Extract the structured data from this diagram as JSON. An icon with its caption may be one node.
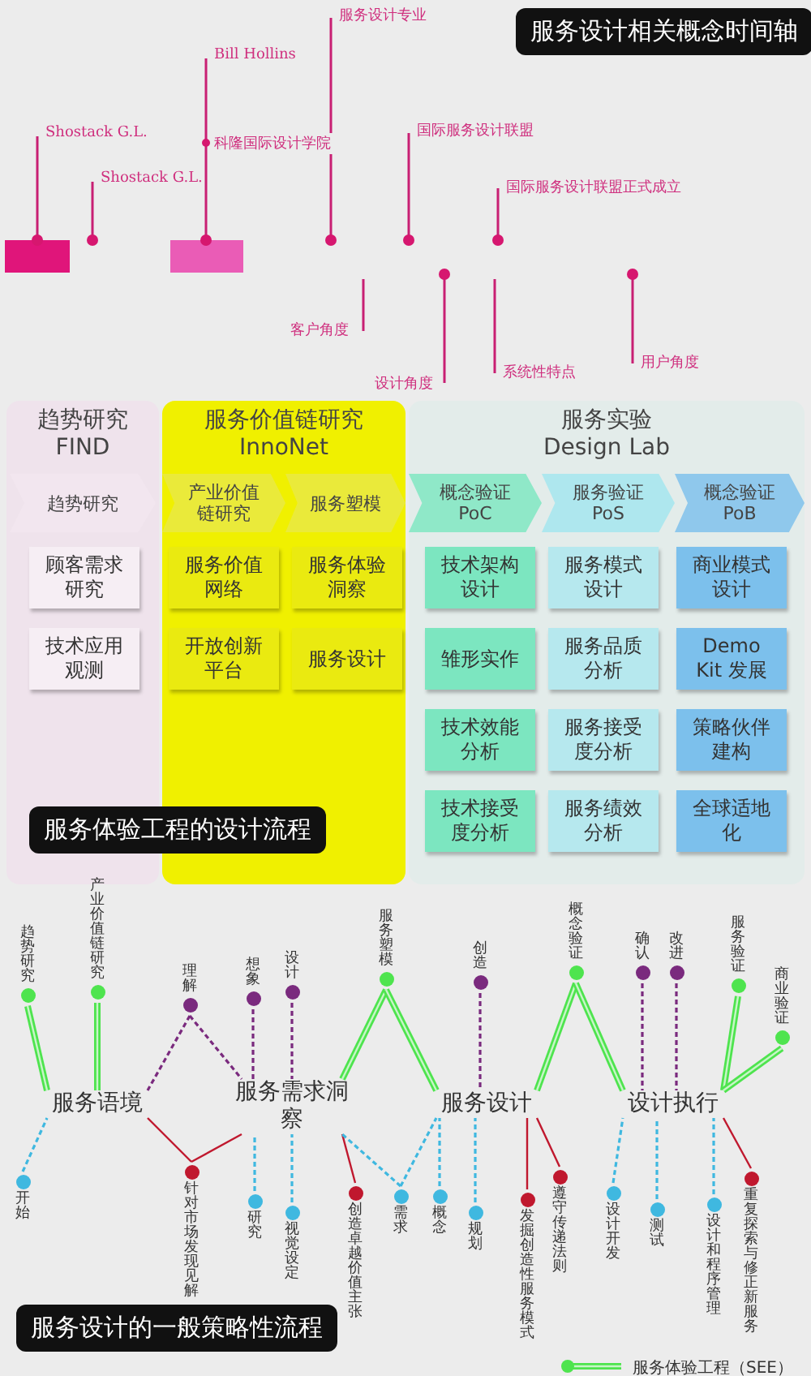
{
  "diagram": {
    "nodes": [
      {
        "text": [
          "趋势研究",
          "FIND"
        ]
      },
      {
        "text": [
          "趋势研究"
        ],
        "in": 0
      },
      {
        "text": [
          "顾客需求研究"
        ],
        "in": 0
      },
      {
        "text": [
          "技术应用观测"
        ],
        "in": 0
      },
      {
        "text": [
          "服务价值链研究",
          "InnoNet"
        ]
      },
      {
        "text": [
          "产业价值链研究"
        ],
        "in": 4
      },
      {
        "text": [
          "服务塑模"
        ],
        "in": 4
      },
      {
        "text": [
          "服务价值网络"
        ],
        "in": 4
      },
      {
        "text": [
          "服务体验洞察"
        ],
        "in": 4
      },
      {
        "text": [
          "开放创新平台"
        ],
        "in": 4
      },
      {
        "text": [
          "服务设计"
        ],
        "in": 4
      },
      {
        "text": [
          "服务实验",
          "Design Lab"
        ]
      },
      {
        "text": [
          "概念验证 PoC"
        ],
        "in": 11
      },
      {
        "text": [
          "服务验证 PoS"
        ],
        "in": 11
      },
      {
        "text": [
          "概念验证 PoB"
        ],
        "in": 11
      },
      {
        "text": [
          "技术架构设计"
        ],
        "in": 11
      },
      {
        "text": [
          "服务模式设计"
        ],
        "in": 11
      },
      {
        "text": [
          "商业模式设计"
        ],
        "in": 11
      },
      {
        "text": [
          "雏形实作"
        ],
        "in": 11
      },
      {
        "text": [
          "服务品质分析"
        ],
        "in": 11
      },
      {
        "text": [
          "Demo Kit 发展"
        ],
        "in": 11
      },
      {
        "text": [
          "技术效能分析"
        ],
        "in": 11
      },
      {
        "text": [
          "服务接受度分析"
        ],
        "in": 11
      },
      {
        "text": [
          "策略伙伴建构"
        ],
        "in": 11
      },
      {
        "text": [
          "技术接受度分析"
        ],
        "in": 11
      },
      {
        "text": [
          "服务绩效分析"
        ],
        "in": 11
      },
      {
        "text": [
          "全球适地化"
        ],
        "in": 11
      },
      {
        "text": [
          "趋势研究"
        ]
      },
      {
        "text": [
          "产业价值链研究"
        ]
      },
      {
        "text": [
          "理解"
        ]
      },
      {
        "text": [
          "想象"
        ]
      },
      {
        "text": [
          "设计"
        ]
      },
      {
        "text": [
          "服务塑模"
        ]
      },
      {
        "text": [
          "创造"
        ]
      },
      {
        "text": [
          "概念验证"
        ]
      },
      {
        "text": [
          "确认"
        ]
      },
      {
        "text": [
          "改进"
        ]
      },
      {
        "text": [
          "服务验证"
        ]
      },
      {
        "text": [
          "商业验证"
        ]
      },
      {
        "text": [
          "服务语境"
        ]
      },
      {
        "text": [
          "服务需求洞察"
        ]
      },
      {
        "text": [
          "服务设计"
        ]
      },
      {
        "text": [
          "设计执行"
        ]
      },
      {
        "text": [
          "开始"
        ]
      },
      {
        "text": [
          "针对市场发现见解"
        ]
      },
      {
        "text": [
          "研究"
        ]
      },
      {
        "text": [
          "视觉设定"
        ]
      },
      {
        "text": [
          "创造卓越价值主张"
        ]
      },
      {
        "text": [
          "需求"
        ]
      },
      {
        "text": [
          "概念"
        ]
      },
      {
        "text": [
          "规划"
        ]
      },
      {
        "text": [
          "发掘创造性服务模式"
        ]
      },
      {
        "text": [
          "遵守传递法则"
        ]
      },
      {
        "text": [
          "设计开发"
        ]
      },
      {
        "text": [
          "测试"
        ]
      },
      {
        "text": [
          "设计和程序管理"
        ]
      },
      {
        "text": [
          "重复探索与修正新服务"
        ]
      }
    ],
    "edges": [
      {
        "from": 27,
        "to": 39,
        "arrow": "none",
        "style": "thick",
        "color": "#4ee44e"
      },
      {
        "from": 28,
        "to": 39,
        "arrow": "none",
        "style": "thick",
        "color": "#4ee44e"
      },
      {
        "from": 29,
        "to": 39,
        "arrow": "none",
        "style": "dashed",
        "color": "#7a2a7e"
      },
      {
        "from": 29,
        "to": 40,
        "arrow": "none",
        "style": "dashed",
        "color": "#7a2a7e"
      },
      {
        "from": 30,
        "to": 40,
        "arrow": "none",
        "style": "dashed",
        "color": "#7a2a7e"
      },
      {
        "from": 31,
        "to": 40,
        "arrow": "none",
        "style": "dashed",
        "color": "#7a2a7e"
      },
      {
        "from": 32,
        "to": 40,
        "arrow": "none",
        "style": "thick",
        "color": "#4ee44e"
      },
      {
        "from": 32,
        "to": 41,
        "arrow": "none",
        "style": "thick",
        "color": "#4ee44e"
      },
      {
        "from": 33,
        "to": 41,
        "arrow": "none",
        "style": "dashed",
        "color": "#7a2a7e"
      },
      {
        "from": 34,
        "to": 41,
        "arrow": "none",
        "style": "thick",
        "color": "#4ee44e"
      },
      {
        "from": 34,
        "to": 42,
        "arrow": "none",
        "style": "thick",
        "color": "#4ee44e"
      },
      {
        "from": 35,
        "to": 42,
        "arrow": "none",
        "style": "dashed",
        "color": "#7a2a7e"
      },
      {
        "from": 36,
        "to": 42,
        "arrow": "none",
        "style": "dashed",
        "color": "#7a2a7e"
      },
      {
        "from": 37,
        "to": 42,
        "arrow": "none",
        "style": "thick",
        "color": "#4ee44e"
      },
      {
        "from": 38,
        "to": 42,
        "arrow": "none",
        "style": "thick",
        "color": "#4ee44e"
      },
      {
        "from": 43,
        "to": 39,
        "arrow": "none",
        "style": "dashed"
      },
      {
        "from": 44,
        "to": 39,
        "arrow": "none",
        "color": "#c0182e"
      },
      {
        "from": 44,
        "to": 40,
        "arrow": "none",
        "color": "#c0182e"
      },
      {
        "from": 45,
        "to": 40,
        "arrow": "none",
        "style": "dashed"
      },
      {
        "from": 46,
        "to": 40,
        "arrow": "none",
        "style": "dashed"
      },
      {
        "from": 47,
        "to": 40,
        "arrow": "none",
        "color": "#c0182e"
      },
      {
        "from": 48,
        "to": 40,
        "arrow": "none",
        "style": "dashed"
      },
      {
        "from": 48,
        "to": 41,
        "arrow": "none",
        "style": "dashed"
      },
      {
        "from": 49,
        "to": 41,
        "arrow": "none",
        "style": "dashed"
      },
      {
        "from": 50,
        "to": 41,
        "arrow": "none",
        "style": "dashed"
      },
      {
        "from": 51,
        "to": 41,
        "arrow": "none",
        "color": "#c0182e"
      },
      {
        "from": 52,
        "to": 41,
        "arrow": "none",
        "color": "#c0182e"
      },
      {
        "from": 53,
        "to": 42,
        "arrow": "none",
        "style": "dashed"
      },
      {
        "from": 54,
        "to": 42,
        "arrow": "none",
        "style": "dashed"
      },
      {
        "from": 55,
        "to": 42,
        "arrow": "none",
        "style": "dashed"
      },
      {
        "from": 56,
        "to": 42,
        "arrow": "none",
        "color": "#c0182e"
      }
    ],
    "labels": [
      "服务设计相关概念时间轴",
      "服务设计专业",
      "Bill Hollins",
      "国际服务设计联盟",
      "Shostack G.L.",
      "科隆国际设计学院",
      "Shostack G.L.",
      "国际服务设计联盟正式成立",
      "客户角度",
      "系统性特点",
      "用户角度",
      "设计角度",
      "服务体验工程的设计流程",
      "服务设计的一般策略性流程"
    ],
    "legend": [
      {
        "text": "服务体验工程（SEE）"
      }
    ]
  }
}
